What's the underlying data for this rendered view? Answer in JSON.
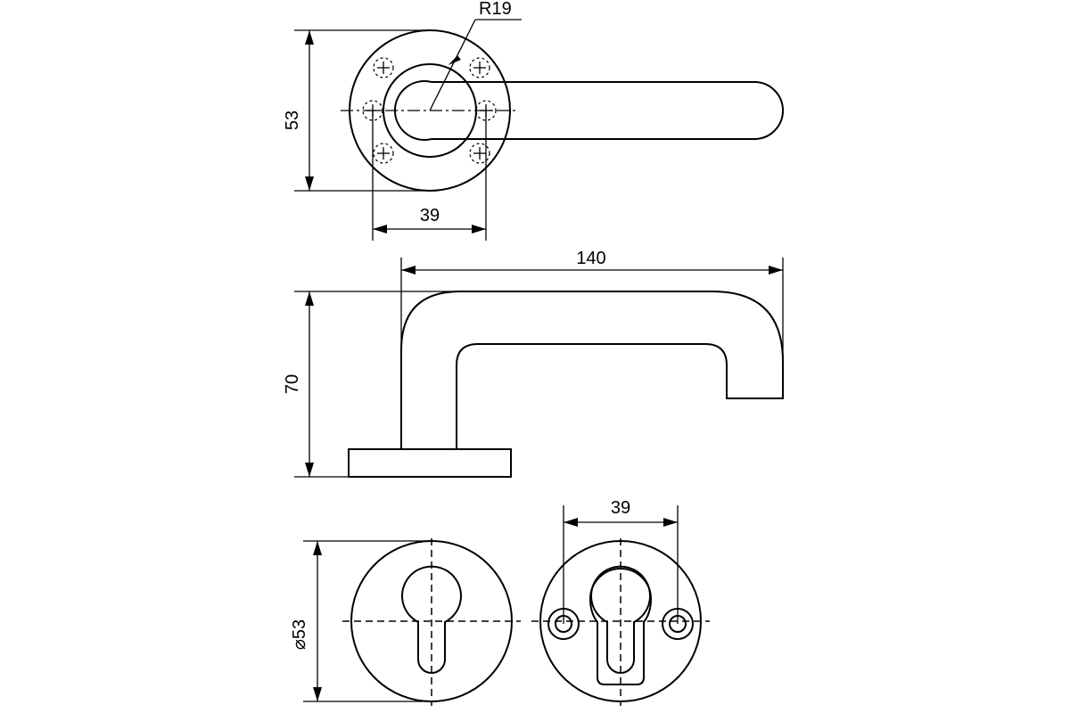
{
  "dimensions": {
    "top_radius": "R19",
    "top_height": "53",
    "top_spacing": "39",
    "side_length": "140",
    "side_height": "70",
    "rosette_diameter_symbol": "⌀",
    "rosette_diameter": "53",
    "rosette_spacing": "39"
  }
}
